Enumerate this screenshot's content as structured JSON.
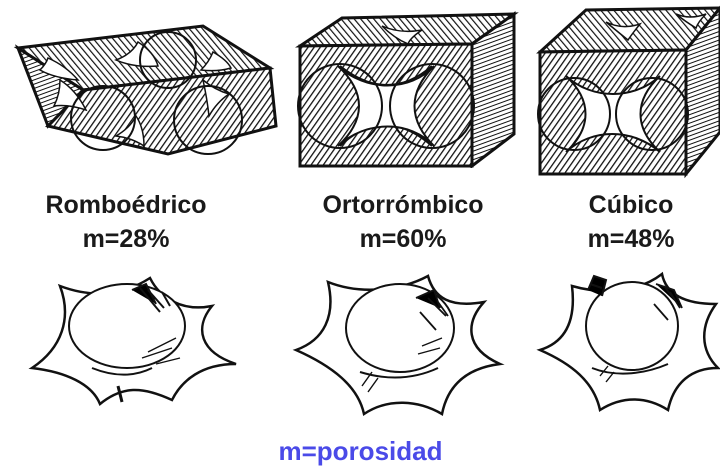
{
  "packings": [
    {
      "name": "Romboédrico",
      "porosity": "m=28%"
    },
    {
      "name": "Ortorrómbico",
      "porosity": "m=60%"
    },
    {
      "name": "Cúbico",
      "porosity": "m=48%"
    }
  ],
  "footer": "m=porosidad",
  "colors": {
    "ink": "#1a1a1a",
    "footer_text": "#4a4ae8",
    "background": "#ffffff"
  }
}
